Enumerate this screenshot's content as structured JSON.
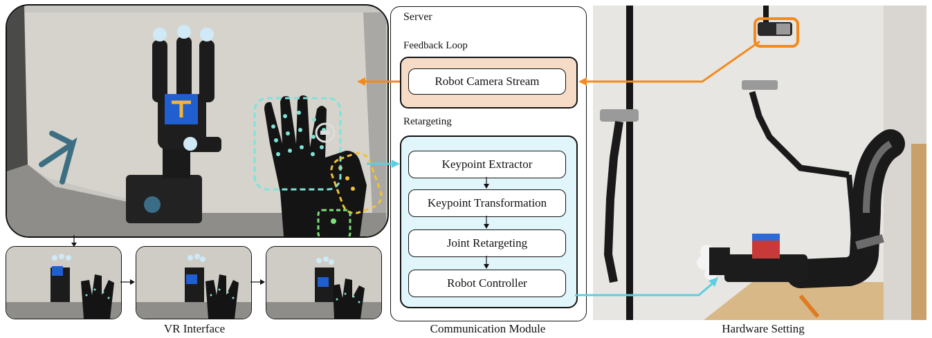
{
  "vr": {
    "caption": "VR Interface"
  },
  "server": {
    "title": "Server",
    "feedback_label": "Feedback Loop",
    "robot_camera_stream": "Robot Camera Stream",
    "retargeting_label": "Retargeting",
    "steps": [
      "Keypoint Extractor",
      "Keypoint Transformation",
      "Joint Retargeting",
      "Robot Controller"
    ],
    "caption": "Communication Module"
  },
  "hardware": {
    "caption": "Hardware Setting"
  },
  "colors": {
    "feedback_arrow": "#f28a1e",
    "retarget_arrow": "#5ccfe0",
    "feedback_fill": "#f6dcc7",
    "retarget_fill": "#e0f6fb",
    "hand_box": "#7de3d6",
    "thumb_box": "#f1c232",
    "palm_box": "#7ee07a"
  }
}
